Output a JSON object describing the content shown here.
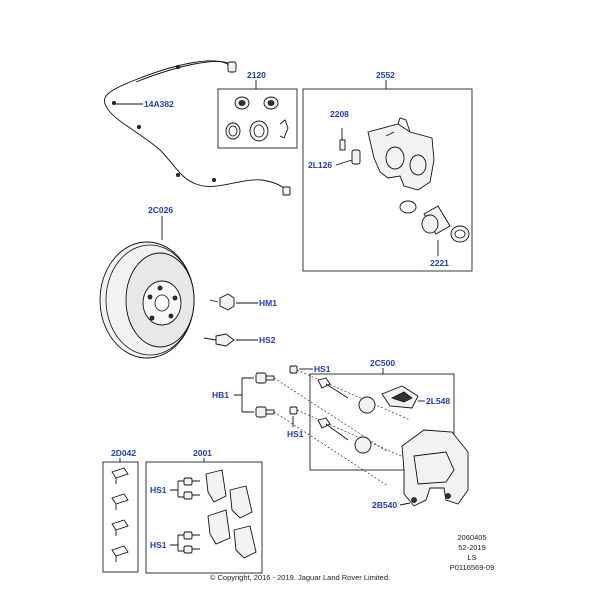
{
  "labels": {
    "harness": "14A382",
    "seal_kit_box": "2120",
    "caliper_box": "2552",
    "bleed_screw": "2208",
    "bleed_cap": "2L126",
    "piston": "2221",
    "disc": "2C026",
    "hm1": "HM1",
    "hs2": "HS2",
    "hs1_top": "HS1",
    "hb1": "HB1",
    "hs1_mid": "HS1",
    "carrier_kit_box": "2C500",
    "pad_clip": "2L548",
    "carrier": "2B540",
    "clip_kit_box": "2D042",
    "pads_box": "2001",
    "hs1_pads_top": "HS1",
    "hs1_pads_bottom": "HS1"
  },
  "meta": {
    "line1": "2060405",
    "line2": "52-2019",
    "line3": "LS",
    "line4": "P0116569-09",
    "copyright": "© Copyright, 2016 - 2019. Jaguar Land Rover Limited."
  }
}
